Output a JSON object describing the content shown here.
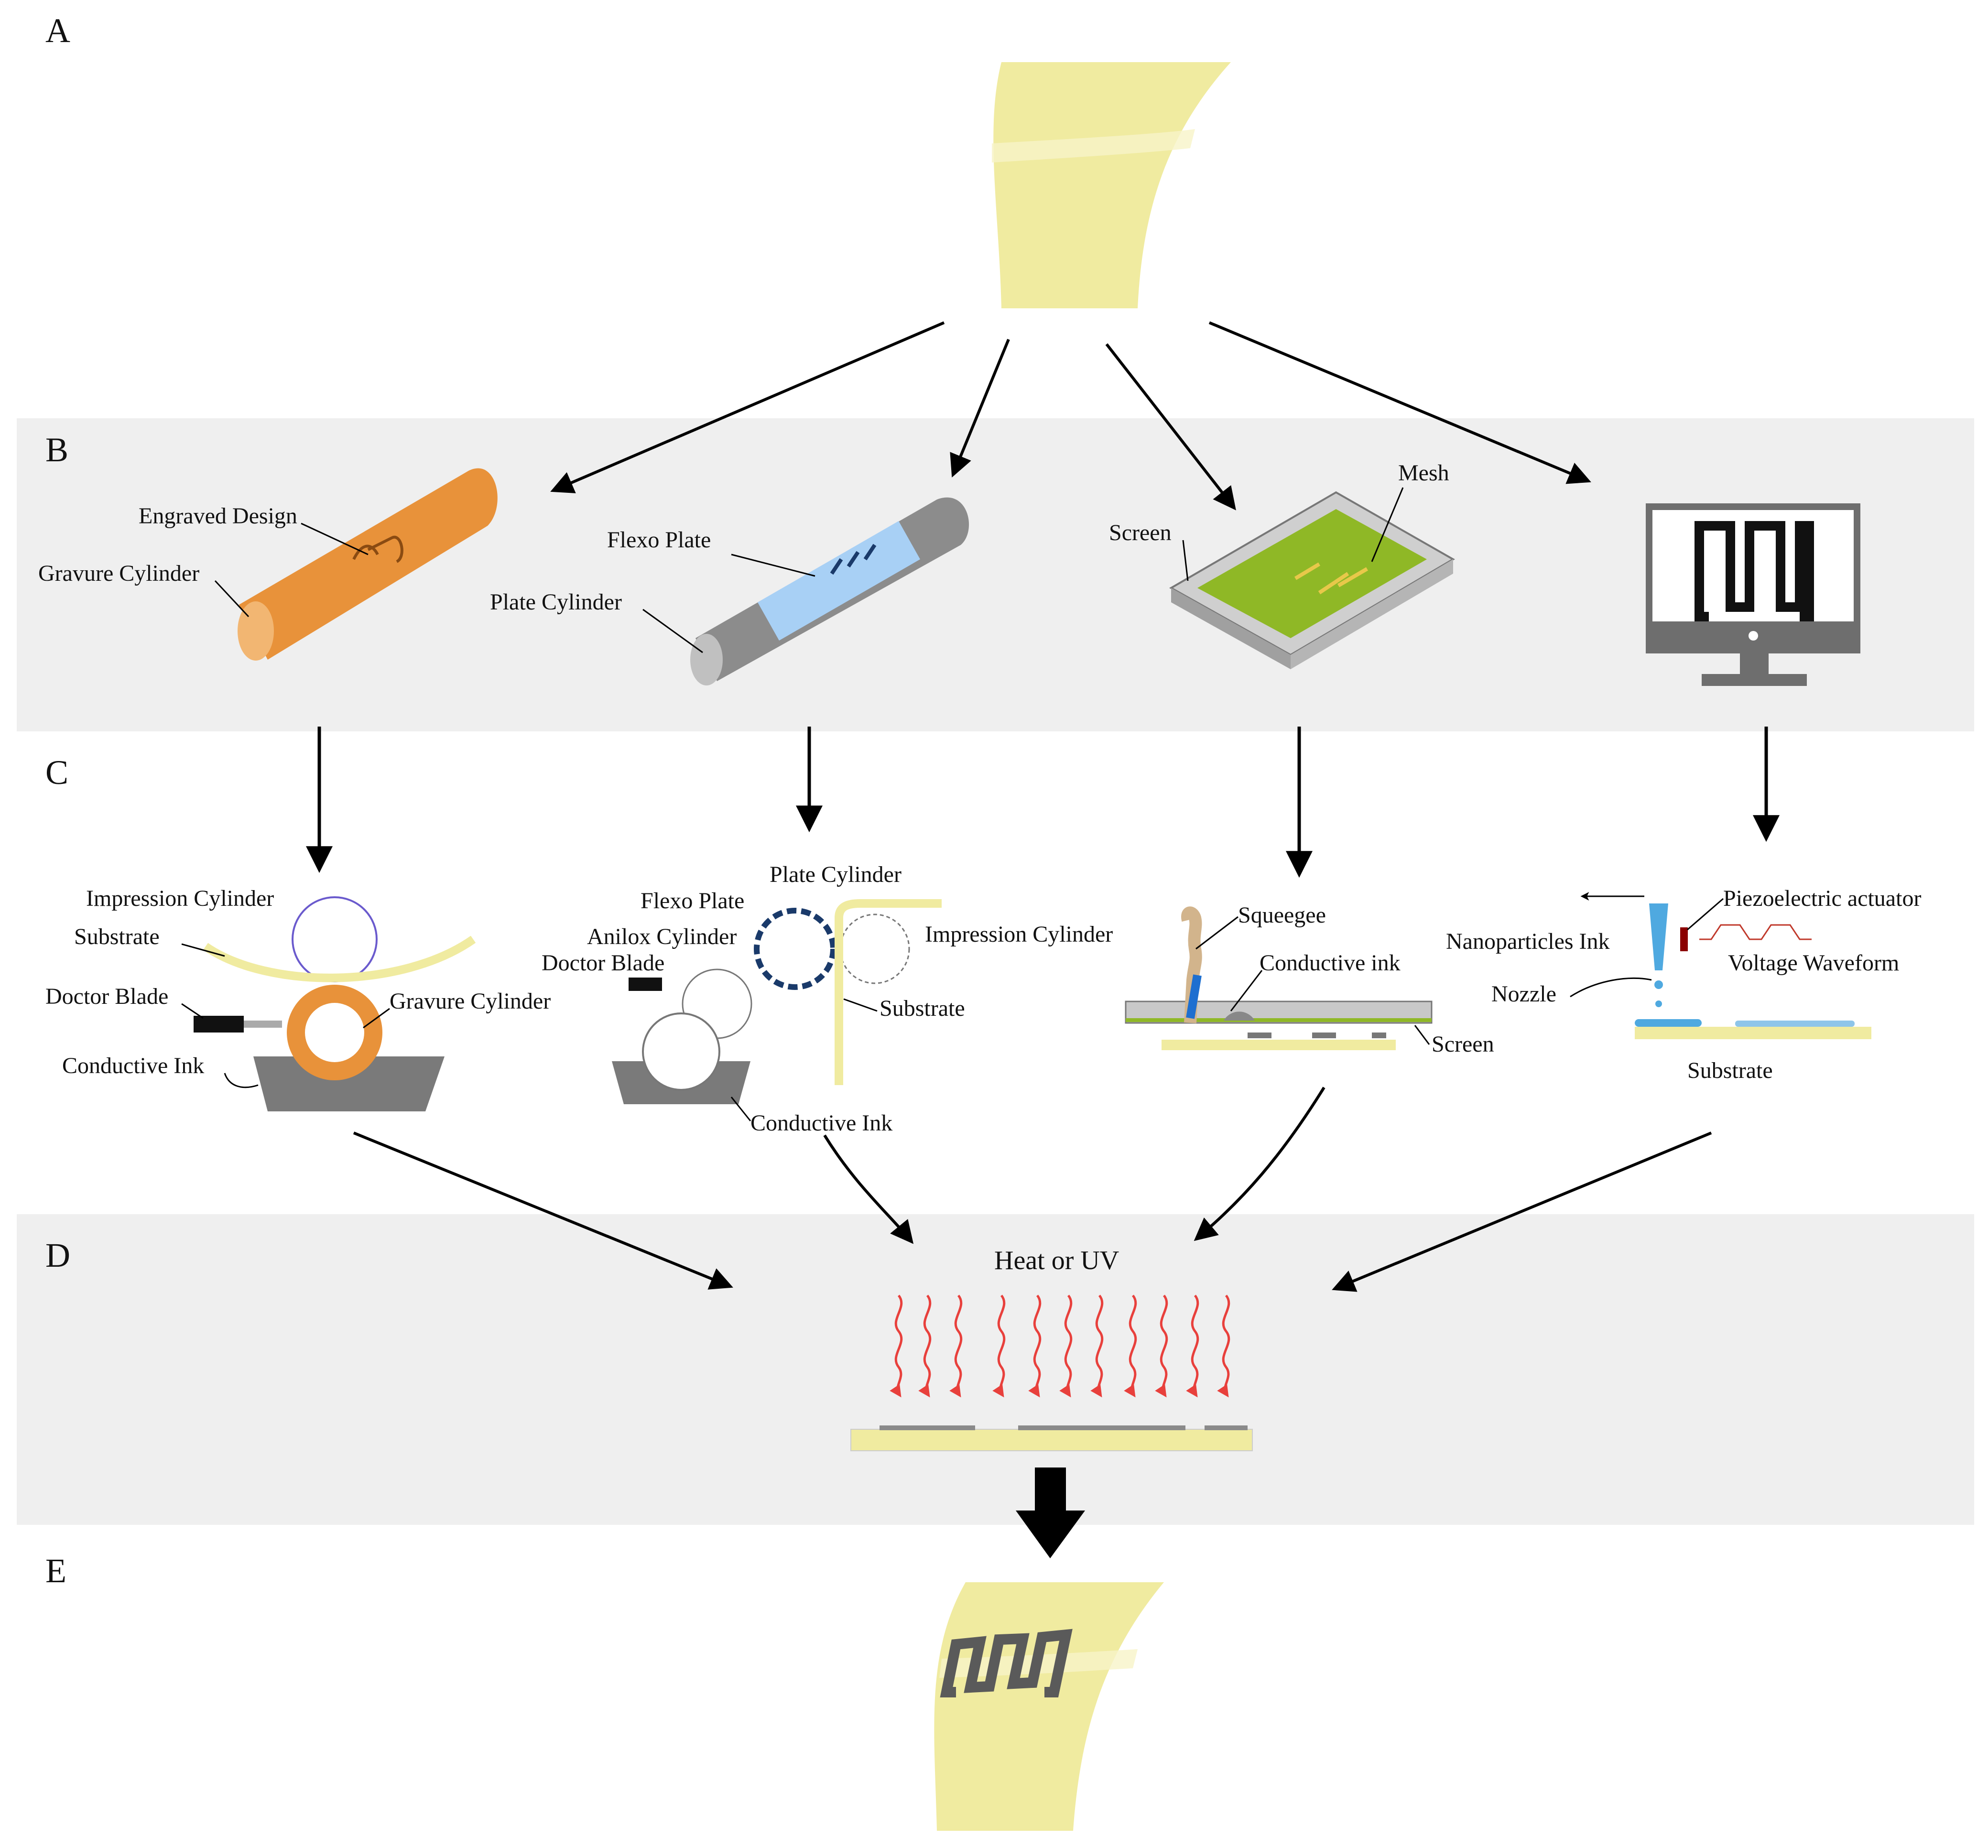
{
  "sections": {
    "a": "A",
    "b": "B",
    "c": "C",
    "d": "D",
    "e": "E"
  },
  "row_b": {
    "gravure": {
      "engraved_design": "Engraved Design",
      "gravure_cylinder": "Gravure Cylinder"
    },
    "flexo": {
      "flexo_plate": "Flexo Plate",
      "plate_cylinder": "Plate Cylinder"
    },
    "screen": {
      "screen": "Screen",
      "mesh": "Mesh"
    }
  },
  "row_c": {
    "gravure": {
      "impression_cylinder": "Impression Cylinder",
      "substrate": "Substrate",
      "doctor_blade": "Doctor Blade",
      "gravure_cylinder": "Gravure Cylinder",
      "conductive_ink": "Conductive Ink"
    },
    "flexo": {
      "plate_cylinder": "Plate Cylinder",
      "flexo_plate": "Flexo Plate",
      "anilox_cylinder": "Anilox Cylinder",
      "impression_cylinder": "Impression Cylinder",
      "doctor_blade": "Doctor Blade",
      "substrate": "Substrate",
      "conductive_ink": "Conductive Ink"
    },
    "screen": {
      "squeegee": "Squeegee",
      "conductive_ink": "Conductive ink",
      "screen": "Screen"
    },
    "inkjet": {
      "piezoelectric_actuator": "Piezoelectric actuator",
      "nanoparticles_ink": "Nanoparticles Ink",
      "voltage_waveform": "Voltage Waveform",
      "nozzle": "Nozzle",
      "substrate": "Substrate"
    }
  },
  "row_d": {
    "curing": "Heat or UV"
  },
  "colors": {
    "band": "#efefef",
    "substrate": "#f0eba0",
    "gravure": "#e8923a",
    "flexo_plate": "#a8d0f5",
    "cylinder_gray": "#8c8c8c",
    "mesh": "#8fb826",
    "inkjet_ink": "#4fa9e0",
    "heat_arrow": "#e8403c",
    "trace": "#5a5a5a",
    "arrow": "#000000"
  },
  "icons": [
    "substrate-strip",
    "gravure-cylinder-icon",
    "flexo-cylinder-icon",
    "screen-frame-icon",
    "monitor-icon",
    "heat-wave-icon"
  ]
}
